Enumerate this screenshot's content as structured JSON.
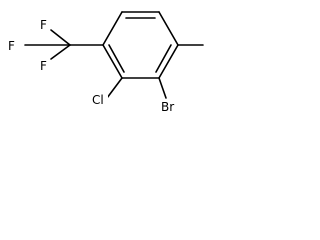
{
  "molecule": {
    "atoms": {
      "f1": "F",
      "f2": "F",
      "f3": "F",
      "chlorine": "Cl",
      "bromine": "Br"
    }
  },
  "colors": {
    "bond": "#000000",
    "label": "#000000",
    "background": "#ffffff"
  }
}
